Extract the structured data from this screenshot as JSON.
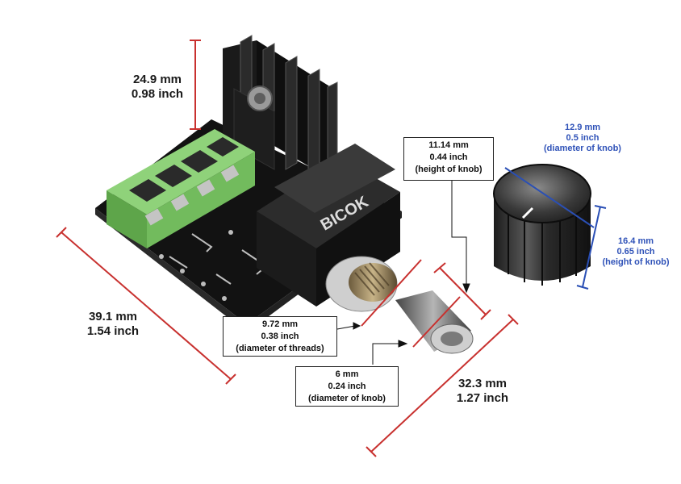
{
  "pot_marking": "BICOK",
  "colors": {
    "red_dim": "#c8312f",
    "blue_dim": "#2a4fb5",
    "terminal": "#7dc56a",
    "pcb": "#151515"
  },
  "dims": {
    "heatsink_height": {
      "mm": "24.9 mm",
      "inch": "0.98 inch"
    },
    "board_length": {
      "mm": "39.1 mm",
      "inch": "1.54 inch"
    },
    "board_depth": {
      "mm": "32.3 mm",
      "inch": "1.27 inch"
    },
    "shaft_height": {
      "mm": "11.14 mm",
      "inch": "0.44 inch",
      "note": "(height of knob)"
    },
    "threads_diameter": {
      "mm": "9.72 mm",
      "inch": "0.38 inch",
      "note": "(diameter of threads)"
    },
    "shaft_diameter": {
      "mm": "6 mm",
      "inch": "0.24 inch",
      "note": "(diameter of knob)"
    },
    "knob_diameter": {
      "mm": "12.9 mm",
      "inch": "0.5 inch",
      "note": "(diameter of knob)"
    },
    "knob_height": {
      "mm": "16.4 mm",
      "inch": "0.65 inch",
      "note": "(height of knob)"
    }
  }
}
